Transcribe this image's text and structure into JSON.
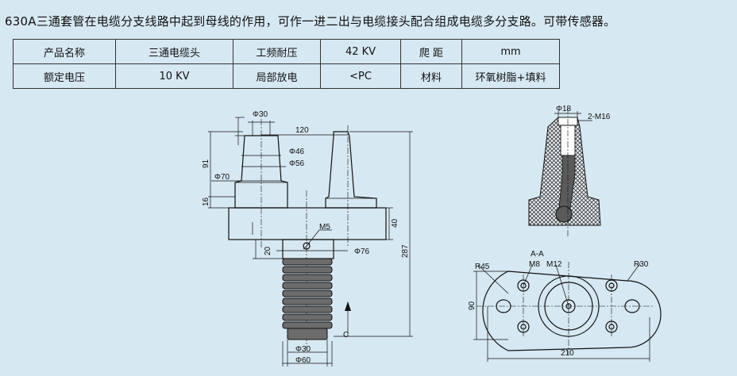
{
  "description": "630A三通套管在电缆分支线路中起到母线的作用，可作一进二出与电缆接头配合组成电缆多分支路。可带传感器。",
  "table": {
    "rows": [
      [
        "产品名称",
        "三通电缆头",
        "工频耐压",
        "42 KV",
        "爬   距",
        "mm"
      ],
      [
        "额定电压",
        "10 KV",
        "局部放电",
        "<PC",
        "材料",
        "环氧树脂+填料"
      ]
    ]
  },
  "drawing": {
    "front_view": {
      "dims": {
        "d30_top": "Φ30",
        "d120": "120",
        "d46": "Φ46",
        "d56": "Φ56",
        "d91": "91",
        "d70": "Φ70",
        "d16": "16",
        "m5": "M5",
        "d40": "40",
        "d76": "Φ76",
        "d20": "20",
        "d287": "287",
        "c": "C",
        "d30_bottom": "Φ30",
        "d60": "Φ60"
      }
    },
    "side_view": {
      "dims": {
        "d18": "Φ18",
        "m16": "2-M16"
      }
    },
    "plan_view": {
      "dims": {
        "section": "A-A",
        "r45": "R45",
        "m8": "M8",
        "m12": "M12",
        "r30": "R30",
        "d90": "90",
        "d210": "210"
      }
    }
  }
}
